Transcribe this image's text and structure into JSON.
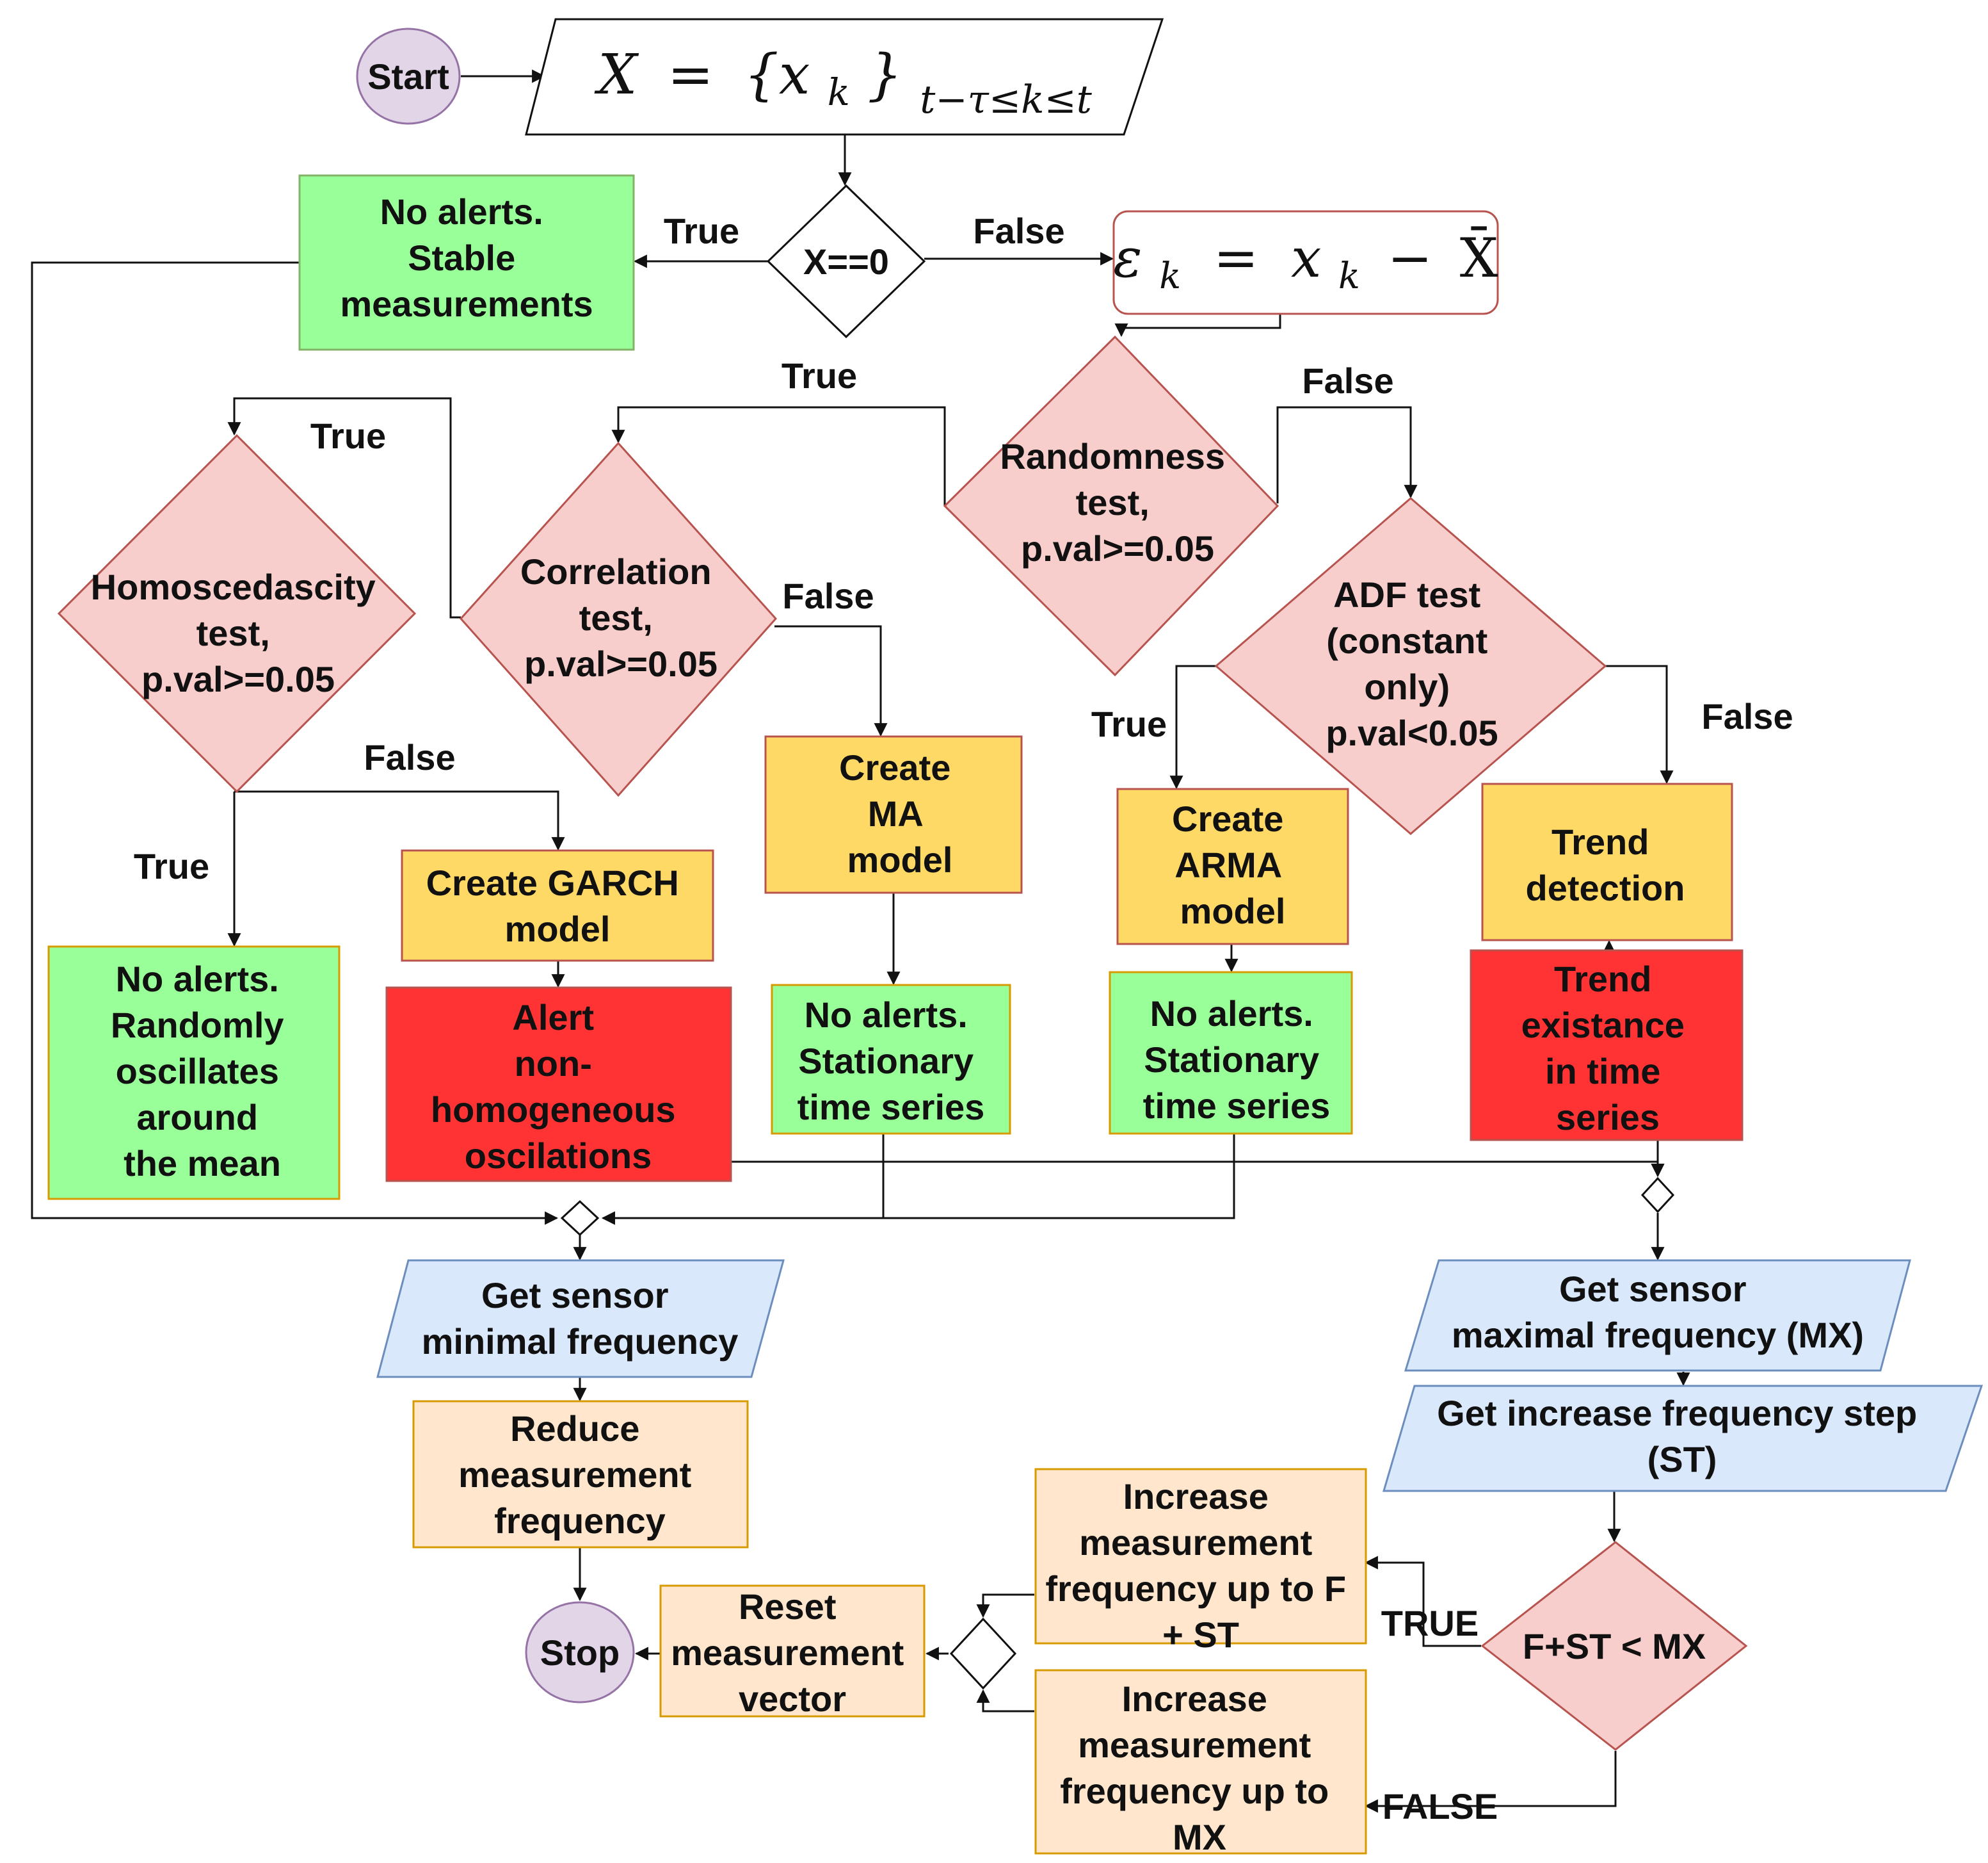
{
  "colors": {
    "terminal_fill": "#e1d5e7",
    "terminal_stroke": "#9673a6",
    "decision_fill": "#f8cecc",
    "decision_stroke": "#b85450",
    "ok_fill": "#99ff99",
    "ok_stroke": "#82b366",
    "model_fill": "#ffd966",
    "model_stroke": "#b85450",
    "alert_fill": "#ff3333",
    "alert_stroke": "#b85450",
    "action_fill": "#ffe6cc",
    "action_stroke": "#d79b00",
    "io_fill": "#dae8fc",
    "io_stroke": "#6c8ebf",
    "white": "#ffffff",
    "line": "#111111"
  },
  "nodes": {
    "start": "Start",
    "stop": "Stop",
    "input": {
      "lhs": "X",
      "eq": "=",
      "set": "{x",
      "sub": "k",
      "close": "}",
      "range": "t−τ≤k≤t"
    },
    "x_zero": "X==0",
    "stable": [
      "No alerts.",
      "Stable",
      "measurements"
    ],
    "residual": {
      "lhs": "ε",
      "lhs_sub": "k",
      "eq": "=",
      "x": "x",
      "x_sub": "k",
      "minus": "−",
      "mean": "X̄"
    },
    "randomness": [
      "Randomness",
      "test,",
      "p.val>=0.05"
    ],
    "correlation": [
      "Correlation",
      "test,",
      "p.val>=0.05"
    ],
    "homoscedascity": [
      "Homoscedascity",
      "test,",
      "p.val>=0.05"
    ],
    "adf": [
      "ADF test",
      "(constant",
      "only)",
      "p.val<0.05"
    ],
    "create_ma": [
      "Create",
      "MA",
      "model"
    ],
    "create_garch": [
      "Create GARCH",
      "model"
    ],
    "create_arma": [
      "Create",
      "ARMA",
      "model"
    ],
    "trend_detection": [
      "Trend",
      "detection"
    ],
    "no_alerts_random": [
      "No alerts.",
      "Randomly",
      "oscillates",
      "around",
      "the mean"
    ],
    "alert_nonhomog": [
      "Alert",
      "non-",
      "homogeneous",
      "oscilations"
    ],
    "no_alerts_ma": [
      "No alerts.",
      "Stationary",
      "time series"
    ],
    "no_alerts_arma": [
      "No alerts.",
      "Stationary",
      "time series"
    ],
    "trend_existance": [
      "Trend",
      "existance",
      "in time",
      "series"
    ],
    "get_min_freq": [
      "Get sensor",
      "minimal frequency"
    ],
    "reduce_freq": [
      "Reduce",
      "measurement",
      "frequency"
    ],
    "get_max_freq": [
      "Get sensor",
      "maximal frequency (MX)"
    ],
    "get_step": [
      "Get increase frequency step",
      "(ST)"
    ],
    "compare": "F+ST < MX",
    "increase_fst": [
      "Increase",
      "measurement",
      "frequency up to F",
      "+ ST"
    ],
    "increase_mx": [
      "Increase",
      "measurement",
      "frequency up to",
      "MX"
    ],
    "reset_vector": [
      "Reset",
      "measurement",
      "vector"
    ]
  },
  "edge_labels": {
    "x_true": "True",
    "x_false": "False",
    "rand_true": "True",
    "rand_false": "False",
    "corr_true": "True",
    "corr_false": "False",
    "homo_true": "True",
    "homo_false": "False",
    "adf_true": "True",
    "adf_false": "False",
    "cmp_true": "TRUE",
    "cmp_false": "FALSE"
  }
}
